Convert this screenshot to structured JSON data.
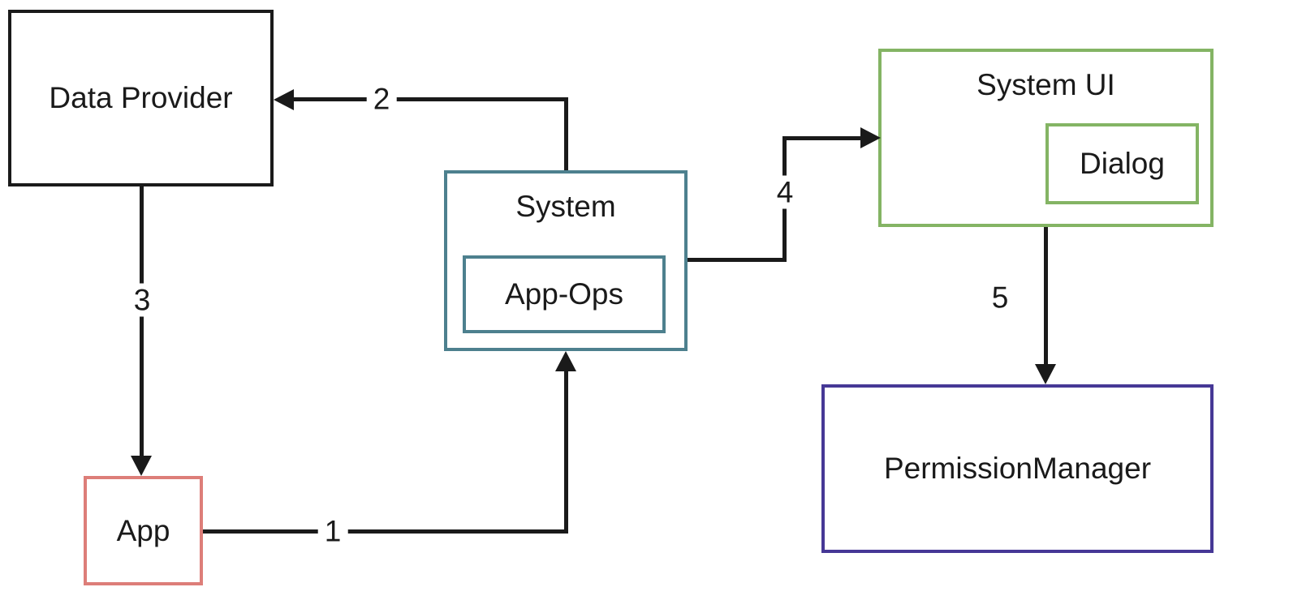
{
  "nodes": {
    "data_provider": {
      "label": "Data Provider",
      "border_color": "#1a1a1a"
    },
    "system": {
      "label": "System",
      "border_color": "#4d808e"
    },
    "app_ops": {
      "label": "App-Ops",
      "border_color": "#4d808e"
    },
    "system_ui": {
      "label": "System UI",
      "border_color": "#84b464"
    },
    "dialog": {
      "label": "Dialog",
      "border_color": "#84b464"
    },
    "permission_manager": {
      "label": "PermissionManager",
      "border_color": "#463896"
    },
    "app": {
      "label": "App",
      "border_color": "#dd7e79"
    }
  },
  "edges": [
    {
      "label": "1",
      "from": "App",
      "to": "System"
    },
    {
      "label": "2",
      "from": "System",
      "to": "Data Provider"
    },
    {
      "label": "3",
      "from": "Data Provider",
      "to": "App"
    },
    {
      "label": "4",
      "from": "System",
      "to": "System UI"
    },
    {
      "label": "5",
      "from": "System UI",
      "to": "PermissionManager"
    }
  ],
  "colors": {
    "line": "#1a1a1a",
    "background": "#ffffff"
  }
}
